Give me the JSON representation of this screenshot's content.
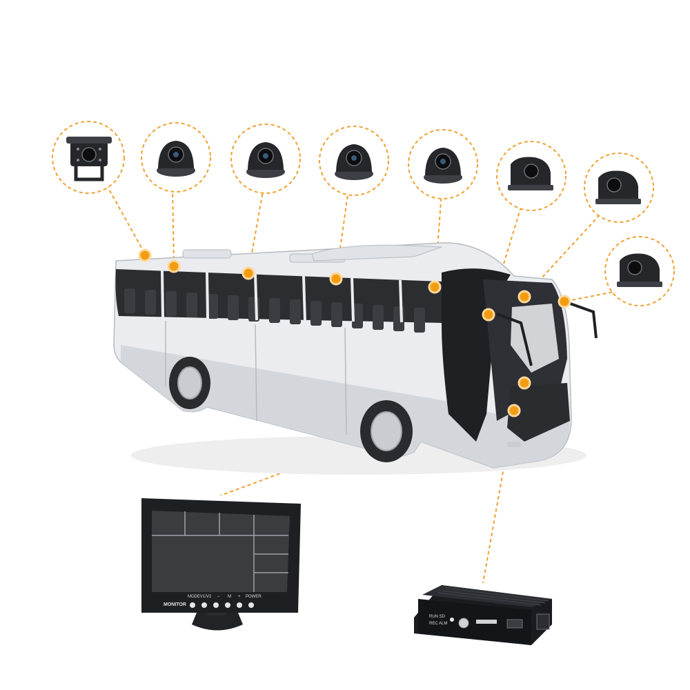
{
  "monitor": {
    "brand_label": "MONITOR",
    "button_labels": [
      "MODE",
      "V1/V2",
      "−",
      "M",
      "+",
      "POWER"
    ]
  },
  "dvr": {
    "label_a": "RUN SD",
    "label_b": "REC ALM"
  },
  "colors": {
    "accent": "#f39c12",
    "lead_line": "#f0a030",
    "bus_body": "#eaecef",
    "device_dark": "#26272b"
  },
  "icons": [
    "box-camera-icon",
    "dome-camera-icon",
    "side-camera-icon",
    "monitor-icon",
    "mobile-dvr-icon",
    "bus-illustration"
  ]
}
